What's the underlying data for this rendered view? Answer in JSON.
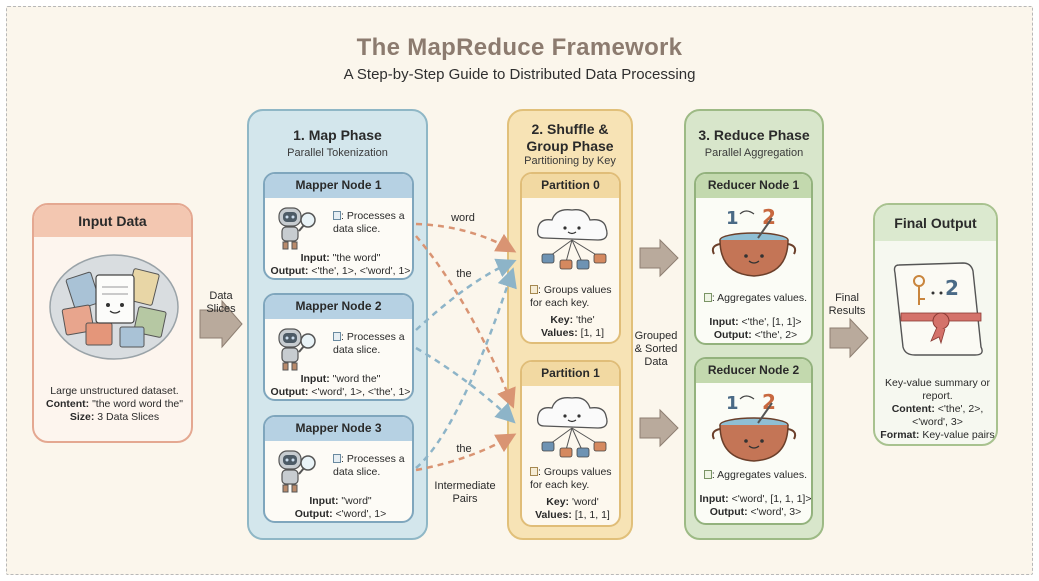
{
  "header": {
    "title": "The MapReduce Framework",
    "subtitle": "A Step-by-Step Guide to Distributed Data Processing"
  },
  "input": {
    "title": "Input Data",
    "desc": "Large unstructured dataset.",
    "content_label": "Content:",
    "content_value": "\"the word word the\"",
    "size_label": "Size:",
    "size_value": "3 Data Slices"
  },
  "arrows": {
    "data_slices": "Data Slices",
    "word": "word",
    "the1": "the",
    "the2": "the",
    "intermediate": "Intermediate Pairs",
    "grouped": "Grouped & Sorted Data",
    "final_results": "Final Results"
  },
  "map": {
    "title": "1. Map Phase",
    "subtitle": "Parallel Tokenization",
    "nodes": [
      {
        "name": "Mapper Node 1",
        "process": "Processes a data slice.",
        "input_label": "Input:",
        "input": "\"the word\"",
        "output_label": "Output:",
        "output": "<'the', 1>, <'word', 1>"
      },
      {
        "name": "Mapper Node 2",
        "process": "Processes a data slice.",
        "input_label": "Input:",
        "input": "\"word the\"",
        "output_label": "Output:",
        "output": "<'word', 1>, <'the', 1>"
      },
      {
        "name": "Mapper Node 3",
        "process": "Processes a data slice.",
        "input_label": "Input:",
        "input": "\"word\"",
        "output_label": "Output:",
        "output": "<'word', 1>"
      }
    ]
  },
  "shuffle": {
    "title": "2. Shuffle & Group Phase",
    "subtitle": "Partitioning by Key",
    "partitions": [
      {
        "name": "Partition 0",
        "desc": "Groups values for each key.",
        "key_label": "Key:",
        "key": "'the'",
        "values_label": "Values:",
        "values": "[1, 1]"
      },
      {
        "name": "Partition 1",
        "desc": "Groups values for each key.",
        "key_label": "Key:",
        "key": "'word'",
        "values_label": "Values:",
        "values": "[1, 1, 1]"
      }
    ]
  },
  "reduce": {
    "title": "3. Reduce Phase",
    "subtitle": "Parallel Aggregation",
    "nodes": [
      {
        "name": "Reducer Node 1",
        "desc": "Aggregates values.",
        "input_label": "Input:",
        "input": "<'the', [1, 1]>",
        "output_label": "Output:",
        "output": "<'the', 2>",
        "glyph1": "1",
        "glyph2": "2"
      },
      {
        "name": "Reducer Node 2",
        "desc": "Aggregates values.",
        "input_label": "Input:",
        "input": "<'word', [1, 1, 1]>",
        "output_label": "Output:",
        "output": "<'word', 3>",
        "glyph1": "1",
        "glyph2": "2"
      }
    ]
  },
  "final": {
    "title": "Final Output",
    "desc": "Key-value summary or report.",
    "content_label": "Content:",
    "content_value": "<'the', 2>, <'word', 3>",
    "format_label": "Format:",
    "format_value": "Key-value pairs",
    "glyph": "2"
  },
  "colors": {
    "input": "#f3c7b1",
    "map": "#d3e6ec",
    "shuffle": "#f7e3b5",
    "reduce": "#d8e6cb",
    "final": "#dbe9cf",
    "arrow_orange": "#d99473",
    "arrow_blue": "#8db4c8"
  }
}
